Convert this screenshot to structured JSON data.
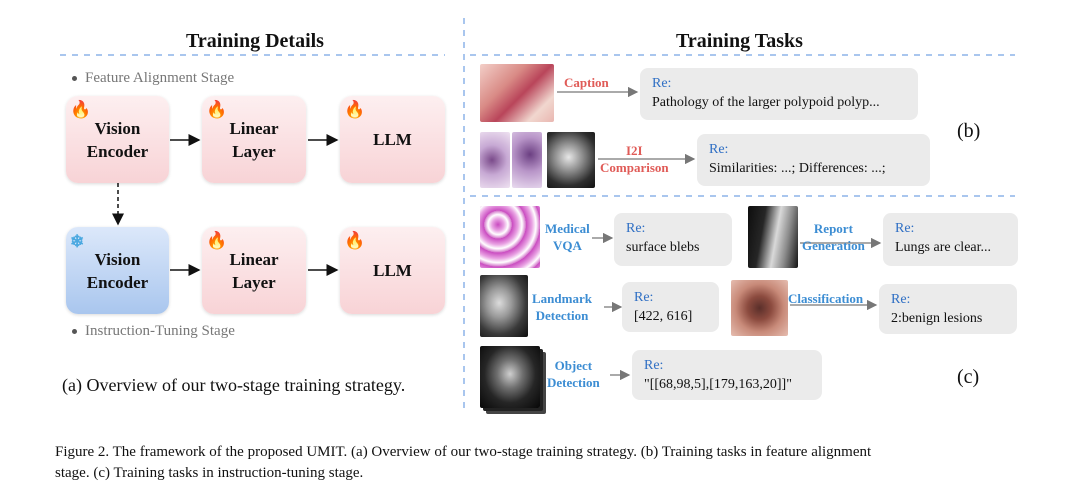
{
  "left": {
    "header": "Training Details",
    "stage1_label": "Feature Alignment Stage",
    "stage2_label": "Instruction-Tuning Stage",
    "stage1": {
      "box1": [
        "Vision",
        "Encoder"
      ],
      "box2": [
        "Linear",
        "Layer"
      ],
      "box3": "LLM"
    },
    "stage2": {
      "box1": [
        "Vision",
        "Encoder"
      ],
      "box2": [
        "Linear",
        "Layer"
      ],
      "box3": "LLM"
    },
    "caption": "(a) Overview of our two-stage training strategy."
  },
  "right": {
    "header": "Training Tasks",
    "panel_b_tag": "(b)",
    "panel_c_tag": "(c)",
    "tasks_b": [
      {
        "label": [
          "Caption"
        ],
        "re": "Re:",
        "text": "Pathology of the larger polypoid polyp..."
      },
      {
        "label": [
          "I2I",
          "Comparison"
        ],
        "re": "Re:",
        "text": "Similarities: ...; Differences: ...;"
      }
    ],
    "tasks_c": [
      {
        "label": [
          "Medical",
          "VQA"
        ],
        "re": "Re:",
        "text": "surface blebs"
      },
      {
        "label": [
          "Report",
          "Generation"
        ],
        "re": "Re:",
        "text": "Lungs are clear..."
      },
      {
        "label": [
          "Landmark",
          "Detection"
        ],
        "re": "Re:",
        "text": "[422, 616]"
      },
      {
        "label": [
          "Classification"
        ],
        "re": "Re:",
        "text": "2:benign lesions"
      },
      {
        "label": [
          "Object",
          "Detection"
        ],
        "re": "Re:",
        "text": "\"[[68,98,5],[179,163,20]]\""
      }
    ]
  },
  "figure_caption": {
    "line1": "Figure 2.  The framework of the proposed UMIT. (a) Overview of our two-stage training strategy.  (b) Training tasks in feature alignment",
    "line2": "stage. (c) Training tasks in instruction-tuning stage."
  },
  "icons": {
    "trainable": "fire-icon",
    "frozen": "snowflake-icon"
  },
  "colors": {
    "trainable_box": "#f8d3d6",
    "frozen_box": "#a9c6ee",
    "panel_b_labels": "#e05b57",
    "panel_c_labels": "#3c8dd3",
    "response_re": "#2f6fc4",
    "divider": "#a9c6ee"
  }
}
